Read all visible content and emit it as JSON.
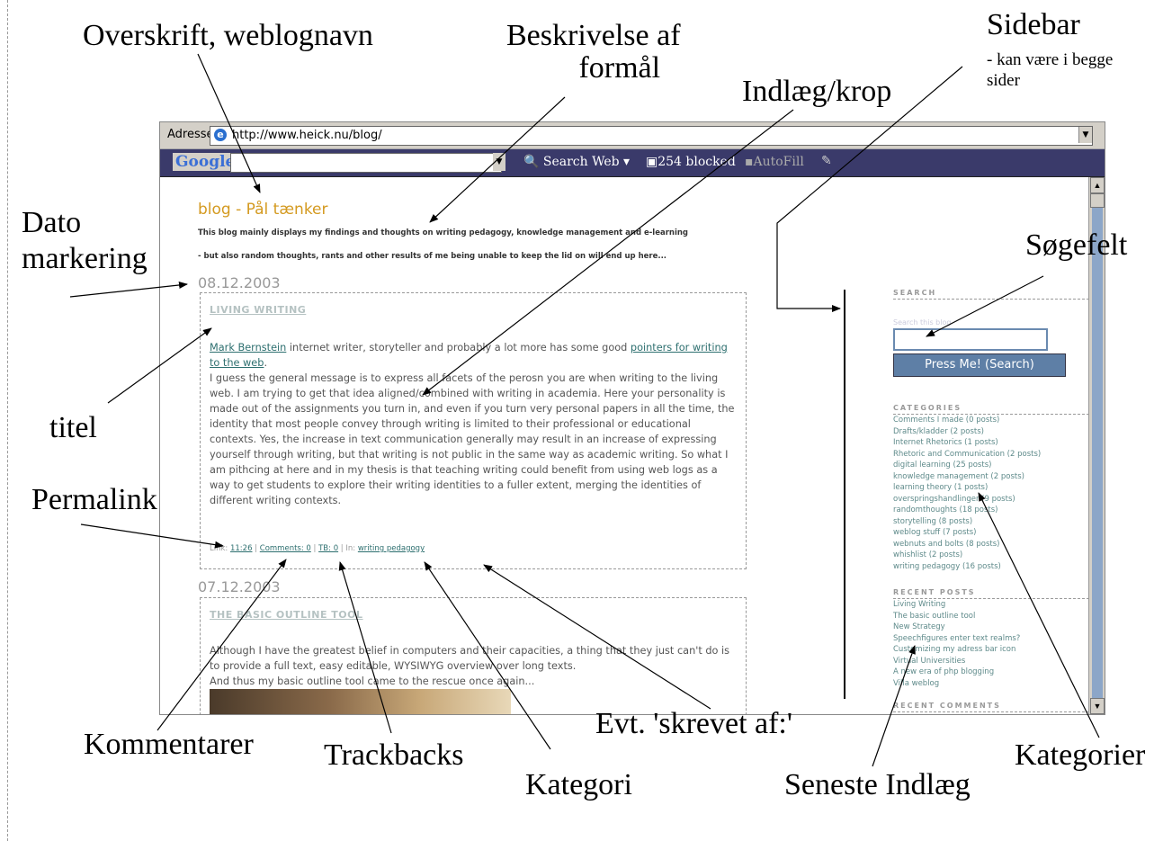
{
  "annotations": {
    "overskrift": "Overskrift, weblognavn",
    "beskrivelse_line1": "Beskrivelse af",
    "beskrivelse_line2": "formål",
    "sidebar": "Sidebar",
    "sidebar_note_line1": "- kan være i begge",
    "sidebar_note_line2": "sider",
    "indlaeg": "Indlæg/krop",
    "dato_line1": "Dato",
    "dato_line2": "markering",
    "soegefelt": "Søgefelt",
    "titel": "titel",
    "permalink": "Permalink",
    "kommentarer": "Kommentarer",
    "trackbacks": "Trackbacks",
    "kategori": "Kategori",
    "skrevet_af": "Evt. 'skrevet af:'",
    "seneste": "Seneste Indlæg",
    "kategorier": "Kategorier"
  },
  "browser": {
    "address_label": "Adresse",
    "url": "http://www.heick.nu/blog/",
    "google": "Google",
    "search_web": "Search Web",
    "blocked": "254 blocked",
    "autofill": "AutoFill"
  },
  "blog": {
    "title": "blog - Pål tænker",
    "desc_line1": "This blog mainly displays my findings and thoughts on writing pedagogy, knowledge management and e-learning",
    "desc_line2": "- but also random thoughts, rants and other results of me being unable to keep the lid on will end up here...",
    "posts": [
      {
        "date": "08.12.2003",
        "title": "LIVING WRITING",
        "link1": "Mark Bernstein",
        "text1": " internet writer, storyteller and probably a lot more has some good ",
        "link2": "pointers for writing to the web",
        "text2": ".",
        "body": "I guess the general message is to express all facets of the perosn you are when writing to the living web. I am trying to get that idea aligned/combined with writing in academia. Here your personality is made out of the assignments you turn in, and even if you turn very personal papers in all the time, the identity that most people convey through writing is limited to their professional or educational contexts. Yes, the increase in text communication generally may result in an increase of expressing yourself through writing, but that writing is not public in the same way as academic writing. So what I am pithcing at here and in my thesis is that teaching writing could benefit from using web logs as a way to get students to explore their writing identities to a fuller extent, merging the identities of different writing contexts.",
        "meta_link_label": "Link: ",
        "meta_time": "11:26",
        "meta_comments": "Comments: 0",
        "meta_tb": "TB: 0",
        "meta_in": "In: ",
        "meta_category": "writing pedagogy"
      },
      {
        "date": "07.12.2003",
        "title": "THE BASIC OUTLINE TOOL",
        "body": "Although I have the greatest belief in computers and their capacities, a thing that they just can't do is to provide a full text, easy editable, WYSIWYG overview over long texts.\nAnd thus my basic outline tool came to the rescue once again..."
      }
    ]
  },
  "sidebar": {
    "search_head": "SEARCH",
    "search_label": "Search this blog",
    "search_button": "Press Me! (Search)",
    "categories_head": "CATEGORIES",
    "categories": [
      "Comments I made (0 posts)",
      "Drafts/kladder (2 posts)",
      "Internet Rhetorics (1 posts)",
      "Rhetoric and Communication (2 posts)",
      "digital learning (25 posts)",
      "knowledge management (2 posts)",
      "learning theory (1 posts)",
      "overspringshandlinger (9 posts)",
      "randomthoughts (18 posts)",
      "storytelling (8 posts)",
      "weblog stuff (7 posts)",
      "webnuts and bolts (8 posts)",
      "whishlist (2 posts)",
      "writing pedagogy (16 posts)"
    ],
    "recent_head": "RECENT POSTS",
    "recent": [
      "Living Writing",
      "The basic outline tool",
      "New Strategy",
      "Speechfigures enter text realms?",
      "Customizing my adress bar icon",
      "Virtual Universities",
      "A new era of php blogging",
      "Villa weblog"
    ],
    "comments_head": "RECENT COMMENTS"
  }
}
